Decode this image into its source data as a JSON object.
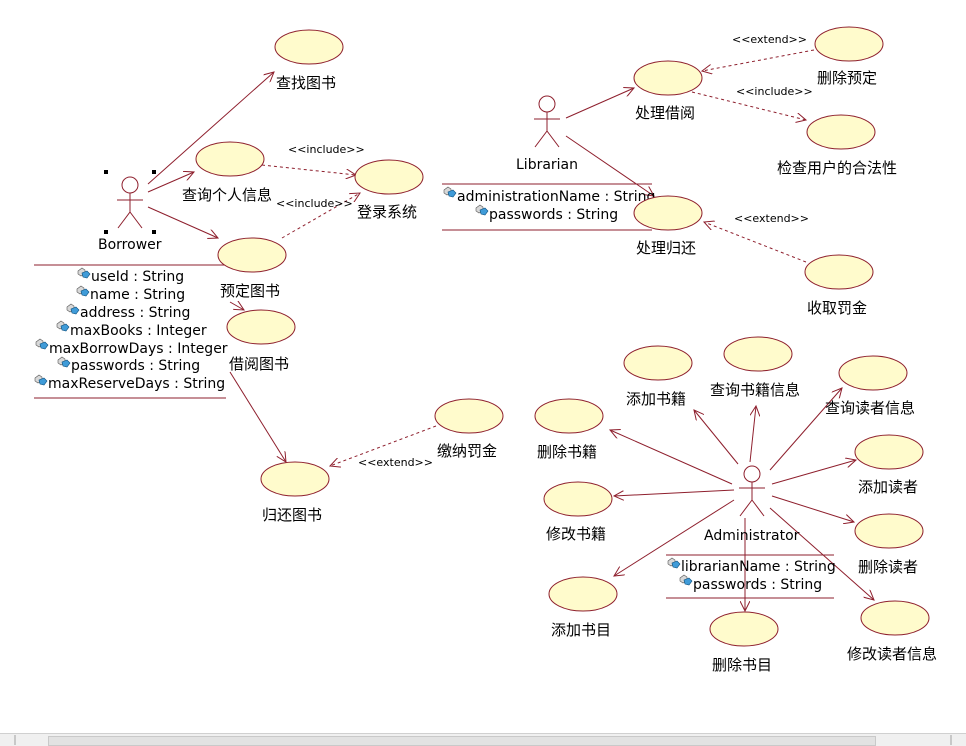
{
  "actors": {
    "borrower": "Borrower",
    "librarian": "Librarian",
    "administrator": "Administrator"
  },
  "use_cases": {
    "find_book": "查找图书",
    "query_personal_info": "查询个人信息",
    "login": "登录系统",
    "reserve_book": "预定图书",
    "borrow_book": "借阅图书",
    "return_book": "归还图书",
    "pay_fine": "缴纳罚金",
    "handle_borrow": "处理借阅",
    "delete_reservation": "删除预定",
    "check_user_validity": "检查用户的合法性",
    "handle_return": "处理归还",
    "collect_fine": "收取罚金",
    "add_books": "添加书籍",
    "query_book_info": "查询书籍信息",
    "query_reader_info": "查询读者信息",
    "delete_books": "删除书籍",
    "add_reader": "添加读者",
    "modify_books": "修改书籍",
    "delete_reader": "删除读者",
    "add_catalog": "添加书目",
    "delete_catalog": "删除书目",
    "modify_reader_info": "修改读者信息"
  },
  "stereotypes": {
    "include": "<<include>>",
    "extend": "<<extend>>"
  },
  "borrower_attributes": [
    "useId : String",
    "name : String",
    "address : String",
    "maxBooks : Integer",
    "maxBorrowDays : Integer",
    "passwords : String",
    "maxReserveDays : String"
  ],
  "librarian_attributes": [
    "administrationName : String",
    "passwords : String"
  ],
  "administrator_attributes": [
    "librarianName : String",
    "passwords : String"
  ],
  "icons": {
    "attribute": "attribute-key-icon",
    "actor": "stick-figure-icon"
  },
  "colors": {
    "usecase_fill": "#fffbcc",
    "line": "#8e1f2d"
  }
}
